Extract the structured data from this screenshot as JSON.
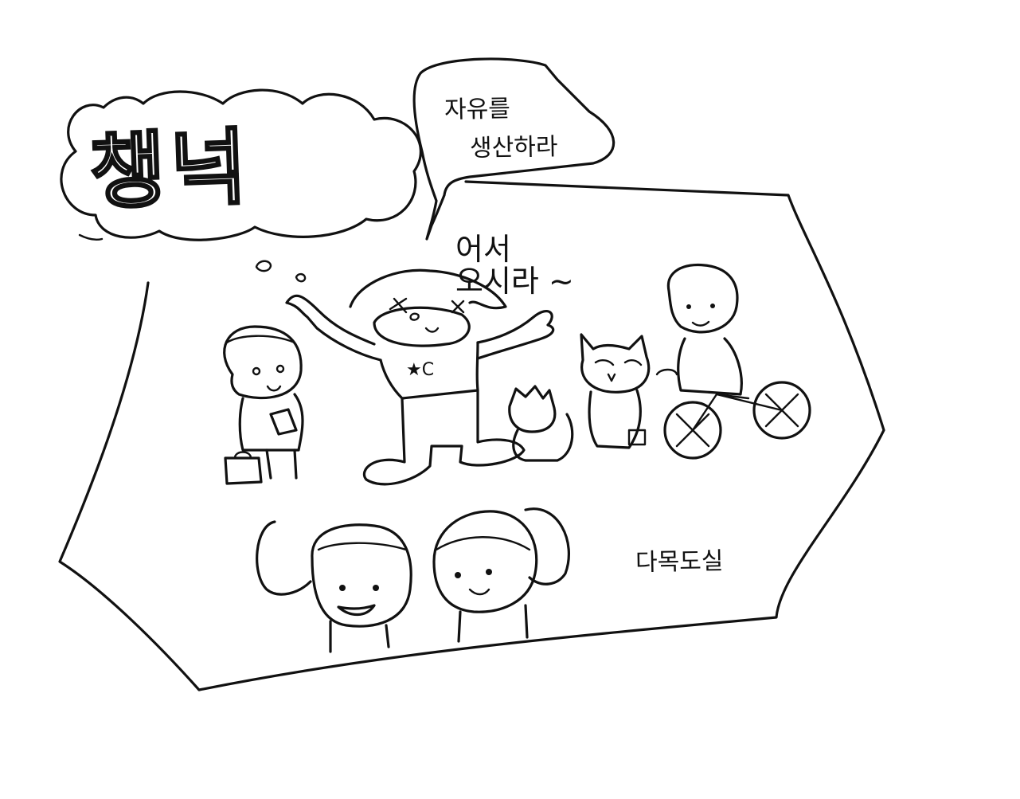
{
  "title_bubble": {
    "text": "챙넉"
  },
  "speech_bubble": {
    "line1": "자유를",
    "line2": "생산하라"
  },
  "greeting": {
    "line1": "어서",
    "line2": "오시라 ~"
  },
  "shirt_text": "★C",
  "room_label": "다목도실",
  "colors": {
    "ink": "#111111",
    "paper": "#ffffff"
  },
  "figures": [
    "child-with-bag",
    "waving-host",
    "small-cat",
    "big-cat",
    "girl-on-bicycle",
    "pigtail-girl-left",
    "pigtail-girl-right"
  ]
}
